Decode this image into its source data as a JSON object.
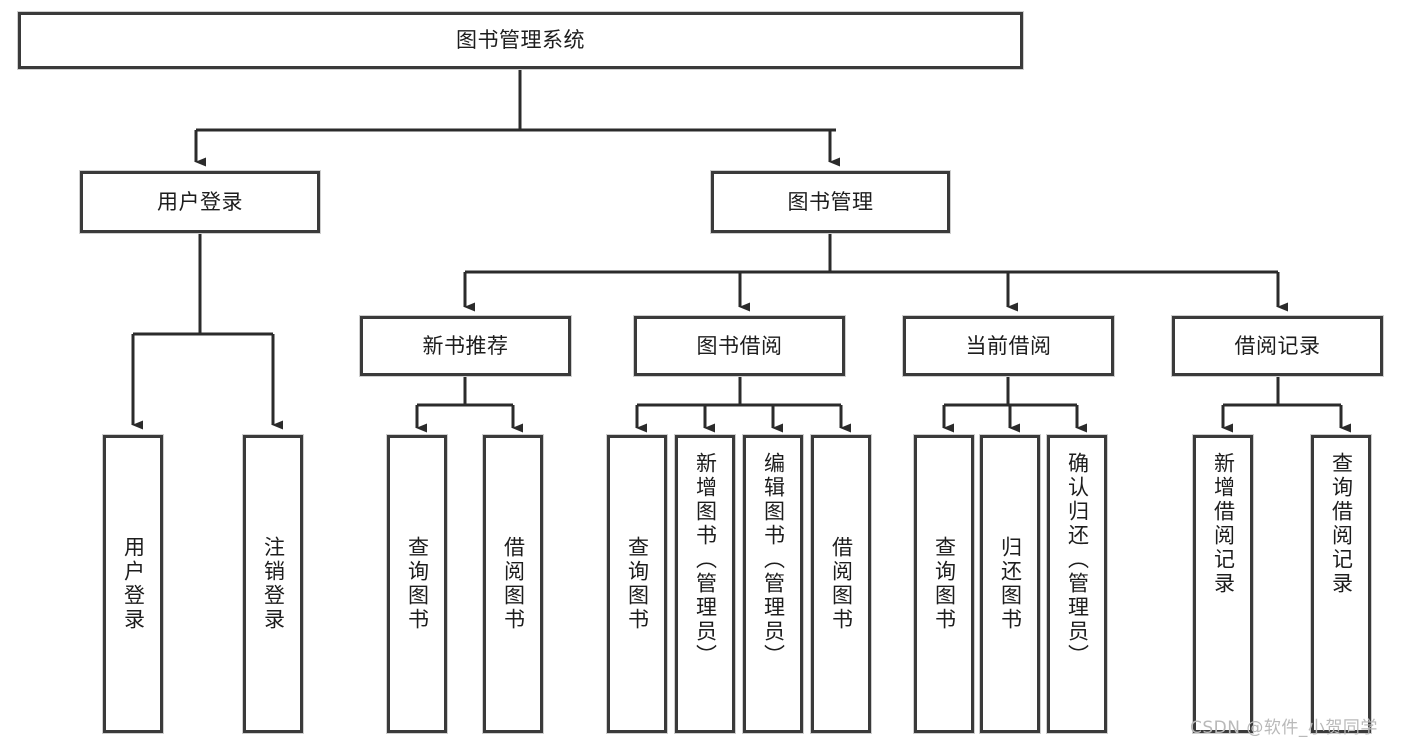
{
  "diagram": {
    "title": "图书管理系统",
    "root": {
      "label": "图书管理系统"
    },
    "level2": [
      {
        "label": "用户登录"
      },
      {
        "label": "图书管理"
      }
    ],
    "level3": [
      {
        "label": "新书推荐"
      },
      {
        "label": "图书借阅"
      },
      {
        "label": "当前借阅"
      },
      {
        "label": "借阅记录"
      }
    ],
    "leaves": {
      "user_login": [
        {
          "label": "用户登录"
        },
        {
          "label": "注销登录"
        }
      ],
      "new_book_recommend": [
        {
          "label": "查询图书"
        },
        {
          "label": "借阅图书"
        }
      ],
      "book_borrow": [
        {
          "label": "查询图书"
        },
        {
          "label": "新增图书（管理员）"
        },
        {
          "label": "编辑图书（管理员）"
        },
        {
          "label": "借阅图书"
        }
      ],
      "current_borrow": [
        {
          "label": "查询图书"
        },
        {
          "label": "归还图书"
        },
        {
          "label": "确认归还（管理员）"
        }
      ],
      "borrow_record": [
        {
          "label": "新增借阅记录"
        },
        {
          "label": "查询借阅记录"
        }
      ]
    }
  },
  "watermark": {
    "text": "CSDN @软件_小贺同学"
  },
  "colors": {
    "box_border": "#3a3a3a",
    "box_fill": "#ffffff",
    "edge": "#2b2b2b",
    "text": "#1d1d1d",
    "watermark": "#b9b9b9"
  }
}
